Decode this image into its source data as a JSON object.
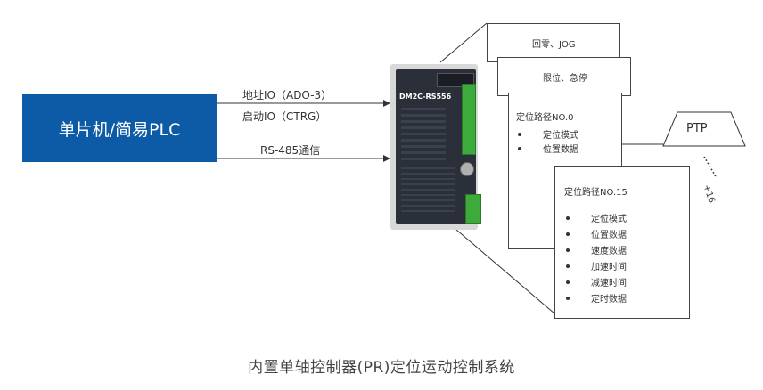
{
  "mcu_label": "单片机/简易PLC",
  "signals": {
    "sig1": "地址IO（ADO-3）",
    "sig2": "启动IO（CTRG）",
    "sig3": "RS-485通信"
  },
  "driver": {
    "model": "DM2C-RS556"
  },
  "panels": {
    "homing": "回零、JOG",
    "limit": "限位、急停",
    "path0": {
      "title": "定位路径NO.0",
      "items": [
        "定位模式",
        "位置数据"
      ]
    },
    "path15": {
      "title": "定位路径NO.15",
      "items": [
        "定位模式",
        "位置数据",
        "速度数据",
        "加速时间",
        "减速时间",
        "定时数据"
      ]
    }
  },
  "ptp_label": "PTP",
  "count_label": "+16",
  "caption": "内置单轴控制器(PR)定位运动控制系统",
  "colors": {
    "mcu_fill": "#0d5aa7",
    "driver_body": "#2a2f3a",
    "terminal": "#3cab3c"
  }
}
